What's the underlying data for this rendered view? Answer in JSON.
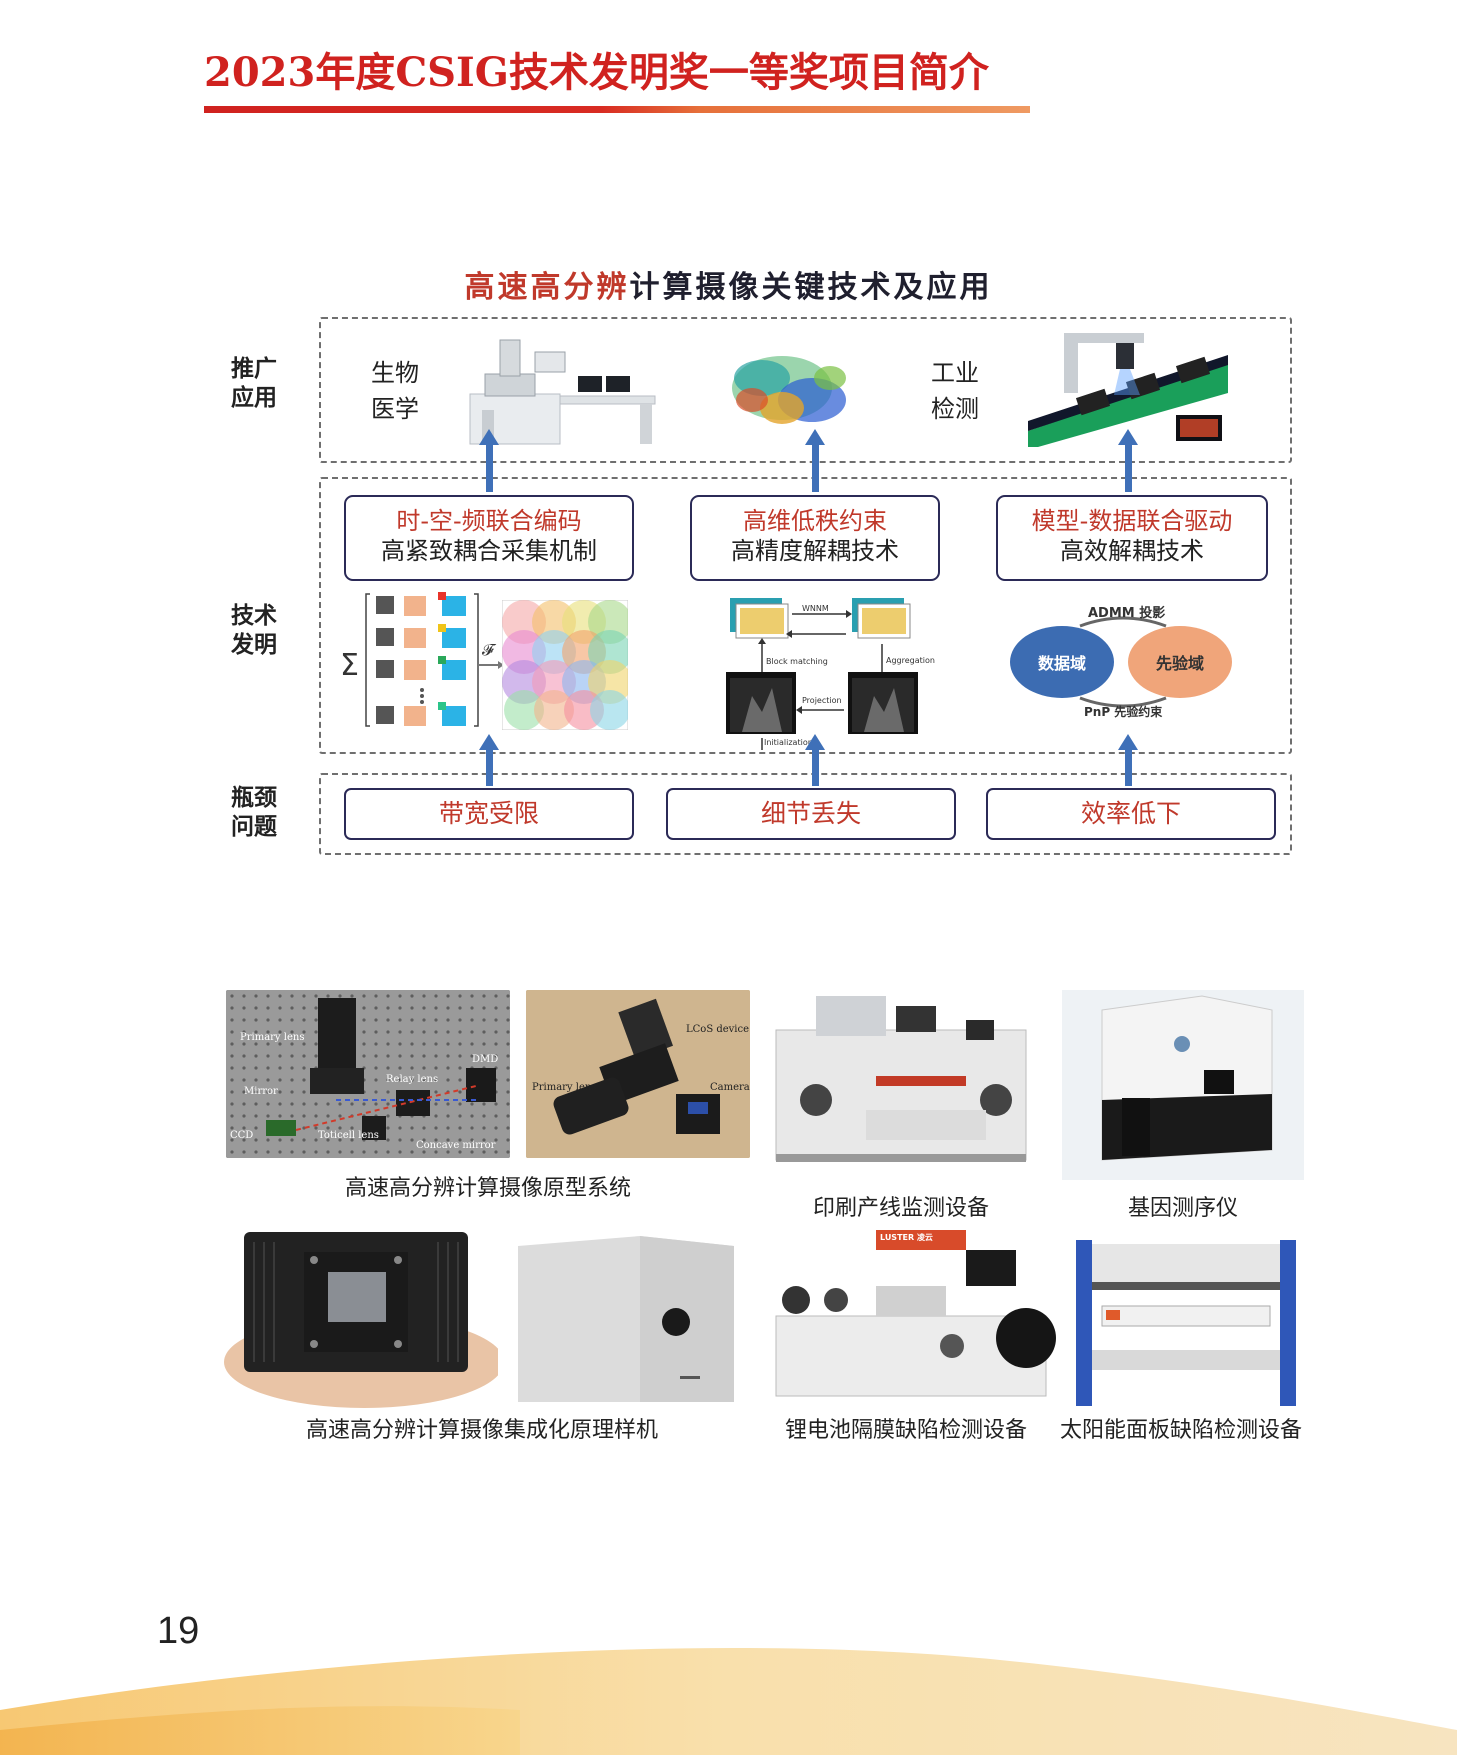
{
  "header": {
    "title": "2023年度CSIG技术发明奖一等奖项目简介"
  },
  "diagram": {
    "title_highlight": "高速高分辨",
    "title_rest": "计算摄像关键技术及应用",
    "rows": {
      "application": [
        "推广",
        "应用"
      ],
      "invention": [
        "技术",
        "发明"
      ],
      "bottleneck": [
        "瓶颈",
        "问题"
      ]
    },
    "applications": {
      "bio": [
        "生物",
        "医学"
      ],
      "industry": [
        "工业",
        "检测"
      ]
    },
    "techs": [
      {
        "line1": "时-空-频联合编码",
        "line2": "高紧致耦合采集机制"
      },
      {
        "line1": "高维低秩约束",
        "line2": "高精度解耦技术"
      },
      {
        "line1": "模型-数据联合驱动",
        "line2": "高效解耦技术"
      }
    ],
    "sigma": "Σ",
    "fourier": "𝓕",
    "wnnm": {
      "wnnm": "WNNM",
      "block_matching": "Block matching",
      "aggregation": "Aggregation",
      "projection": "Projection",
      "initialization": "Initialization"
    },
    "admm": {
      "top": "ADMM 投影",
      "data_domain": "数据域",
      "prior_domain": "先验域",
      "bottom": "PnP 先验约束"
    },
    "problems": [
      "带宽受限",
      "细节丢失",
      "效率低下"
    ],
    "colors": {
      "accent": "#c0392b",
      "arrow": "#3f70b8",
      "box_border": "#2b2a57"
    }
  },
  "photos": {
    "captions": {
      "prototype": "高速高分辨计算摄像原型系统",
      "printing": "印刷产线监测设备",
      "gene": "基因测序仪",
      "integrated": "高速高分辨计算摄像集成化原理样机",
      "battery": "锂电池隔膜缺陷检测设备",
      "solar": "太阳能面板缺陷检测设备"
    },
    "prototype_labels": [
      "Primary lens",
      "DMD",
      "Relay lens",
      "Mirror",
      "CCD",
      "Toticell lens",
      "Concave mirror"
    ],
    "lcos_labels": [
      "LCoS device",
      "Primary lens",
      "Camera"
    ],
    "brand": "LUSTER 凌云"
  },
  "page_number": "19"
}
